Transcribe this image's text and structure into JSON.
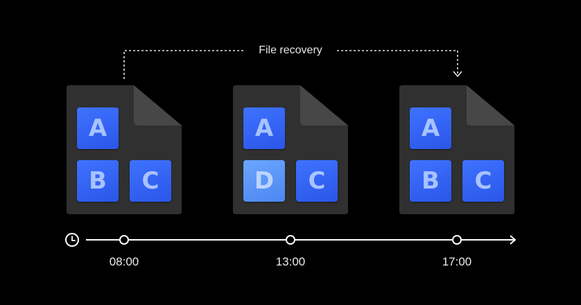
{
  "diagram": {
    "recovery_label": "File recovery",
    "files": [
      {
        "blocks": [
          "A",
          "B",
          "C"
        ],
        "changed": []
      },
      {
        "blocks": [
          "A",
          "D",
          "C"
        ],
        "changed": [
          1
        ]
      },
      {
        "blocks": [
          "A",
          "B",
          "C"
        ],
        "changed": []
      }
    ],
    "timeline": {
      "icon": "clock-icon",
      "times": [
        "08:00",
        "13:00",
        "17:00"
      ]
    },
    "colors": {
      "background": "#000000",
      "file": "#303030",
      "file_fold": "#474747",
      "block": "#2f5cf0",
      "block_changed": "#5a95f8",
      "line": "#ffffff"
    }
  }
}
